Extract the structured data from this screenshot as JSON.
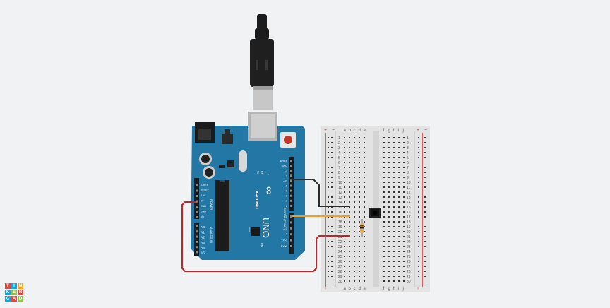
{
  "board": {
    "logo_text": "∞",
    "brand": "ARDUINO",
    "model": "UNO",
    "on_label": "ON",
    "tx_label": "TX",
    "rx_label": "RX",
    "l_label": "L",
    "icsp_label": "ICSP",
    "digital_label": "DIGITAL (PWM~)",
    "power_label": "POWER",
    "analog_label": "ANALOG IN",
    "power_pins": [
      "IOREF",
      "RESET",
      "3.3V",
      "5V",
      "GND",
      "GND",
      "Vin"
    ],
    "analog_pins": [
      "A0",
      "A1",
      "A2",
      "A3",
      "A4",
      "A5"
    ],
    "digital_pins": [
      "AREF",
      "GND",
      "13",
      "12",
      "~11",
      "~10",
      "~9",
      "8",
      "7",
      "~6",
      "~5",
      "4",
      "~3",
      "2",
      "TX▸1",
      "RX◂0"
    ]
  },
  "breadboard": {
    "top_cols_left": [
      "a",
      "b",
      "c",
      "d",
      "e"
    ],
    "top_cols_right": [
      "f",
      "g",
      "h",
      "i",
      "j"
    ],
    "rail_plus": "+",
    "rail_minus": "−",
    "row_numbers": [
      "1",
      "2",
      "3",
      "4",
      "5",
      "6",
      "7",
      "8",
      "9",
      "10",
      "11",
      "12",
      "13",
      "14",
      "15",
      "16",
      "17",
      "18",
      "19",
      "20",
      "21",
      "22",
      "23",
      "24",
      "25",
      "26",
      "27",
      "28",
      "29",
      "30"
    ]
  },
  "wires": {
    "colors": {
      "black": "#2b2b2b",
      "orange": "#f39c1f",
      "red": "#d21e1e"
    }
  },
  "brand_logo": {
    "letters": [
      "T",
      "I",
      "N",
      "K",
      "E",
      "R",
      "C",
      "A",
      "D"
    ],
    "colors": [
      "#e8453c",
      "#1aa3dd",
      "#f0a92c",
      "#1aa3dd",
      "#8fc24d",
      "#e8453c",
      "#1aa3dd",
      "#e8453c",
      "#8fc24d"
    ]
  }
}
